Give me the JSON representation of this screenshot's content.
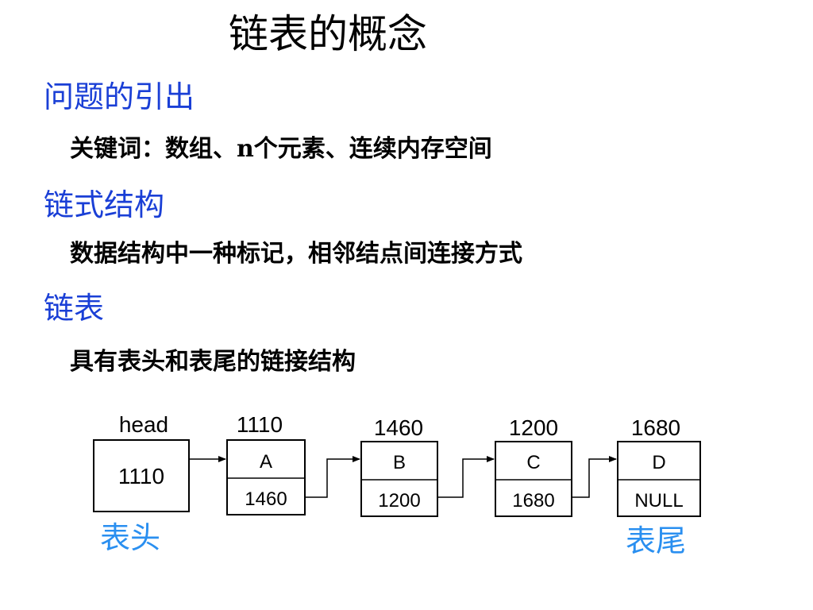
{
  "slide": {
    "title": "链表的概念",
    "sections": [
      {
        "heading": "问题的引出",
        "text": "关键词：数组、n个元素、连续内存空间"
      },
      {
        "heading": "链式结构",
        "text": "数据结构中一种标记，相邻结点间连接方式"
      },
      {
        "heading": "链表",
        "text": "具有表头和表尾的链接结构"
      }
    ]
  },
  "diagram": {
    "head_label": "head",
    "head_value": "1110",
    "nodes": [
      {
        "address": "1110",
        "data": "A",
        "next": "1460"
      },
      {
        "address": "1460",
        "data": "B",
        "next": "1200"
      },
      {
        "address": "1200",
        "data": "C",
        "next": "1680"
      },
      {
        "address": "1680",
        "data": "D",
        "next": "NULL"
      }
    ],
    "head_caption": "表头",
    "tail_caption": "表尾",
    "caption_color": "#2a8ff0"
  }
}
